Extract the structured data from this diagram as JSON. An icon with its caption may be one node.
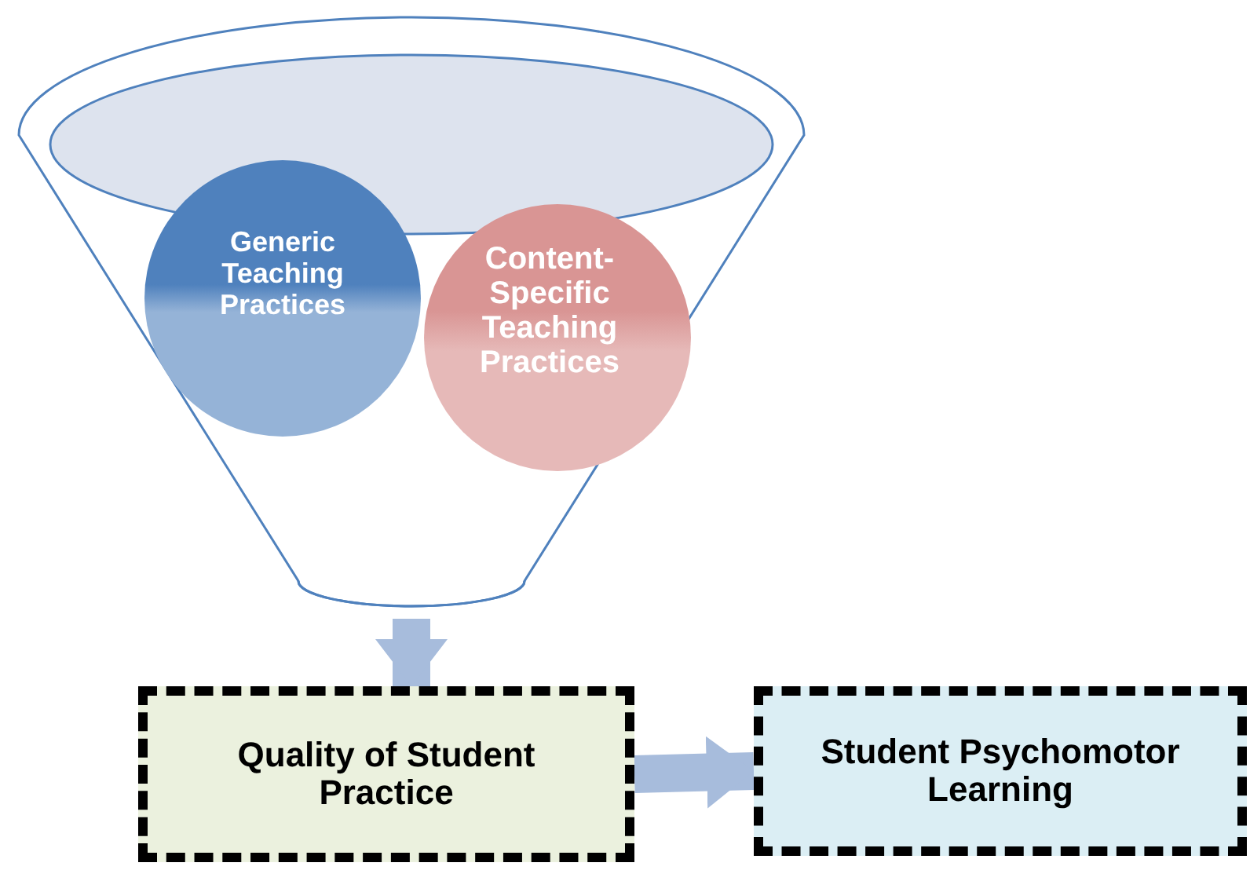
{
  "diagram": {
    "nodes": [
      {
        "text": [],
        "shape": "funnel"
      },
      {
        "text": [
          "Generic Teaching Practices"
        ],
        "in": 0
      },
      {
        "text": [
          "Content-Specific Teaching Practices"
        ],
        "in": 0
      },
      {
        "text": [
          "Quality of Student Practice"
        ]
      },
      {
        "text": [
          "Student Psychomotor Learning"
        ]
      }
    ],
    "edges": [
      {
        "from": 0,
        "to": 3,
        "arrow": "to"
      },
      {
        "from": 3,
        "to": 4,
        "arrow": "to"
      }
    ]
  }
}
